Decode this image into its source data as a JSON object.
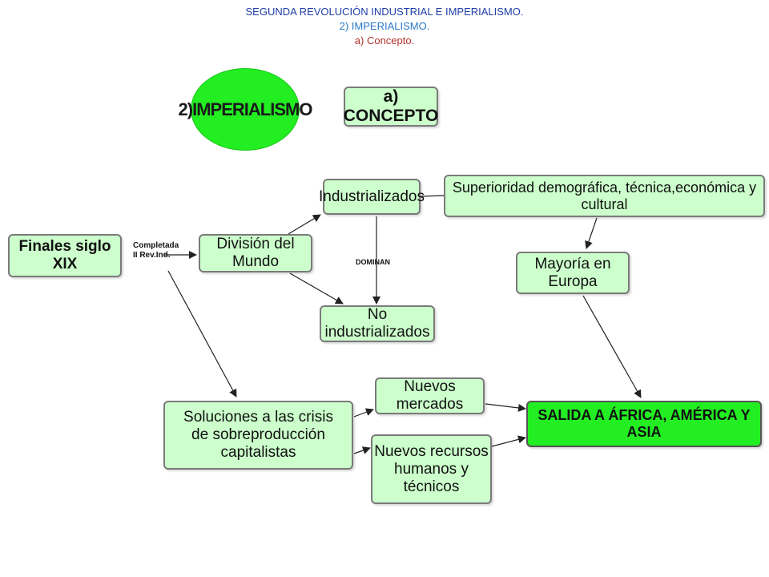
{
  "header": {
    "line1": "SEGUNDA REVOLUCIÓN INDUSTRIAL E IMPERIALISMO.",
    "line2": "2) IMPERIALISMO.",
    "line3": "a) Concepto."
  },
  "colors": {
    "node_fill": "#ccffcc",
    "highlight_fill": "#22ee22",
    "border": "#7a7a7a",
    "header_blue": "#1f3ea8",
    "header_lightblue": "#2a78c8",
    "header_red": "#b0302a"
  },
  "diagram": {
    "title_oval": "2)IMPERIALISMO",
    "concept_box": "a) CONCEPTO",
    "nodes": {
      "finales": "Finales siglo XIX",
      "division": "División del Mundo",
      "industrializados": "Industrializados",
      "no_industrializados": "No industrializados",
      "superioridad": "Superioridad demográfica, técnica,económica y cultural",
      "mayoria": "Mayoría en Europa",
      "soluciones_line1": "Soluciones a las crisis",
      "soluciones_line2": "de sobreproducción capitalistas",
      "mercados": "Nuevos mercados",
      "recursos_line1": "Nuevos recursos",
      "recursos_line2": "humanos y técnicos",
      "salida": "SALIDA A ÁFRICA, AMÉRICA Y ASIA"
    },
    "edge_labels": {
      "completada_line1": "Completada",
      "completada_line2": "II Rev.Ind.",
      "dominan": "DOMINAN"
    }
  }
}
